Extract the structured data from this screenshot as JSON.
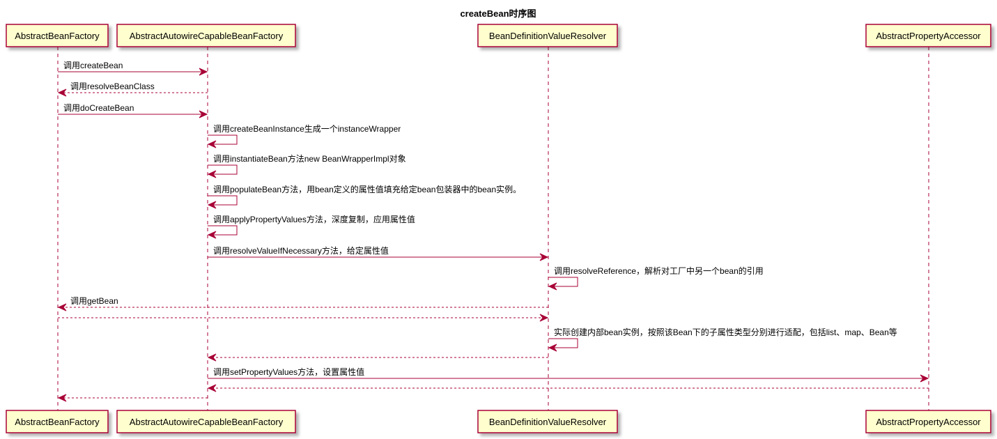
{
  "title": "createBean时序图",
  "colors": {
    "line": "#A80036",
    "box_fill": "#FEFECE",
    "box_stroke": "#A80036"
  },
  "participants": [
    {
      "name": "AbstractBeanFactory"
    },
    {
      "name": "AbstractAutowireCapableBeanFactory"
    },
    {
      "name": "BeanDefinitionValueResolver"
    },
    {
      "name": "AbstractPropertyAccessor"
    }
  ],
  "messages": [
    {
      "from": 0,
      "to": 1,
      "type": "sync",
      "label": "调用createBean"
    },
    {
      "from": 1,
      "to": 0,
      "type": "return",
      "label": "调用resolveBeanClass"
    },
    {
      "from": 0,
      "to": 1,
      "type": "sync",
      "label": "调用doCreateBean"
    },
    {
      "from": 1,
      "to": 1,
      "type": "sync",
      "label": "调用createBeanInstance生成一个instanceWrapper"
    },
    {
      "from": 1,
      "to": 1,
      "type": "sync",
      "label": "调用instantiateBean方法new BeanWrapperImpl对象"
    },
    {
      "from": 1,
      "to": 1,
      "type": "sync",
      "label": "调用populateBean方法，用bean定义的属性值填充给定bean包装器中的bean实例。"
    },
    {
      "from": 1,
      "to": 1,
      "type": "sync",
      "label": "调用applyPropertyValues方法，深度复制，应用属性值"
    },
    {
      "from": 1,
      "to": 2,
      "type": "sync",
      "label": "调用resolveValueIfNecessary方法，给定属性值"
    },
    {
      "from": 2,
      "to": 2,
      "type": "sync",
      "label": "调用resolveReference，解析对工厂中另一个bean的引用"
    },
    {
      "from": 2,
      "to": 0,
      "type": "return",
      "label": "调用getBean"
    },
    {
      "from": 0,
      "to": 2,
      "type": "return",
      "label": ""
    },
    {
      "from": 2,
      "to": 2,
      "type": "sync",
      "label": "实际创建内部bean实例，按照该Bean下的子属性类型分别进行适配，包括list、map、Bean等"
    },
    {
      "from": 2,
      "to": 1,
      "type": "return",
      "label": ""
    },
    {
      "from": 1,
      "to": 3,
      "type": "sync",
      "label": "调用setPropertyValues方法，设置属性值"
    },
    {
      "from": 3,
      "to": 1,
      "type": "return",
      "label": ""
    },
    {
      "from": 1,
      "to": 0,
      "type": "return",
      "label": ""
    }
  ]
}
